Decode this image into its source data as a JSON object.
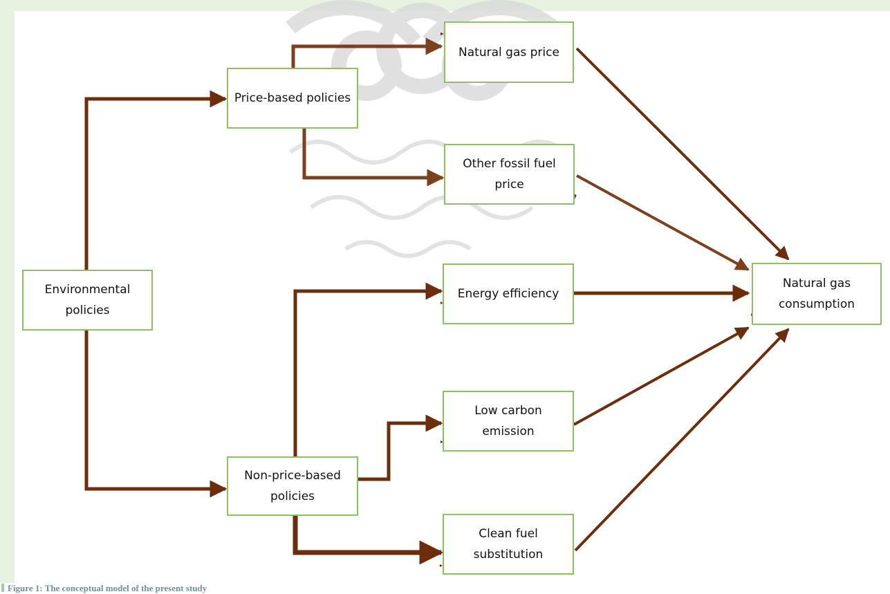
{
  "diagram": {
    "nodes": {
      "environmental": "Environmental policies",
      "price_based": "Price-based policies",
      "non_price_based": "Non-price-based policies",
      "natural_gas_price": "Natural gas price",
      "other_fossil_price": "Other fossil fuel price",
      "energy_efficiency": "Energy efficiency",
      "low_carbon": "Low carbon emission",
      "clean_fuel": "Clean fuel substitution",
      "consumption": "Natural gas consumption"
    },
    "edges": [
      {
        "from": "environmental",
        "to": "price_based"
      },
      {
        "from": "environmental",
        "to": "non_price_based"
      },
      {
        "from": "price_based",
        "to": "natural_gas_price"
      },
      {
        "from": "price_based",
        "to": "other_fossil_price"
      },
      {
        "from": "non_price_based",
        "to": "energy_efficiency"
      },
      {
        "from": "non_price_based",
        "to": "low_carbon"
      },
      {
        "from": "non_price_based",
        "to": "clean_fuel"
      },
      {
        "from": "natural_gas_price",
        "to": "consumption"
      },
      {
        "from": "other_fossil_price",
        "to": "consumption"
      },
      {
        "from": "energy_efficiency",
        "to": "consumption"
      },
      {
        "from": "low_carbon",
        "to": "consumption"
      },
      {
        "from": "clean_fuel",
        "to": "consumption"
      }
    ],
    "colors": {
      "arrow": "#6b2d0c",
      "arrow_light": "#7a4020",
      "box_border": "#8cc063",
      "frame": "#e8f2e1"
    }
  },
  "caption": "Figure 1: The conceptual model of the present study"
}
